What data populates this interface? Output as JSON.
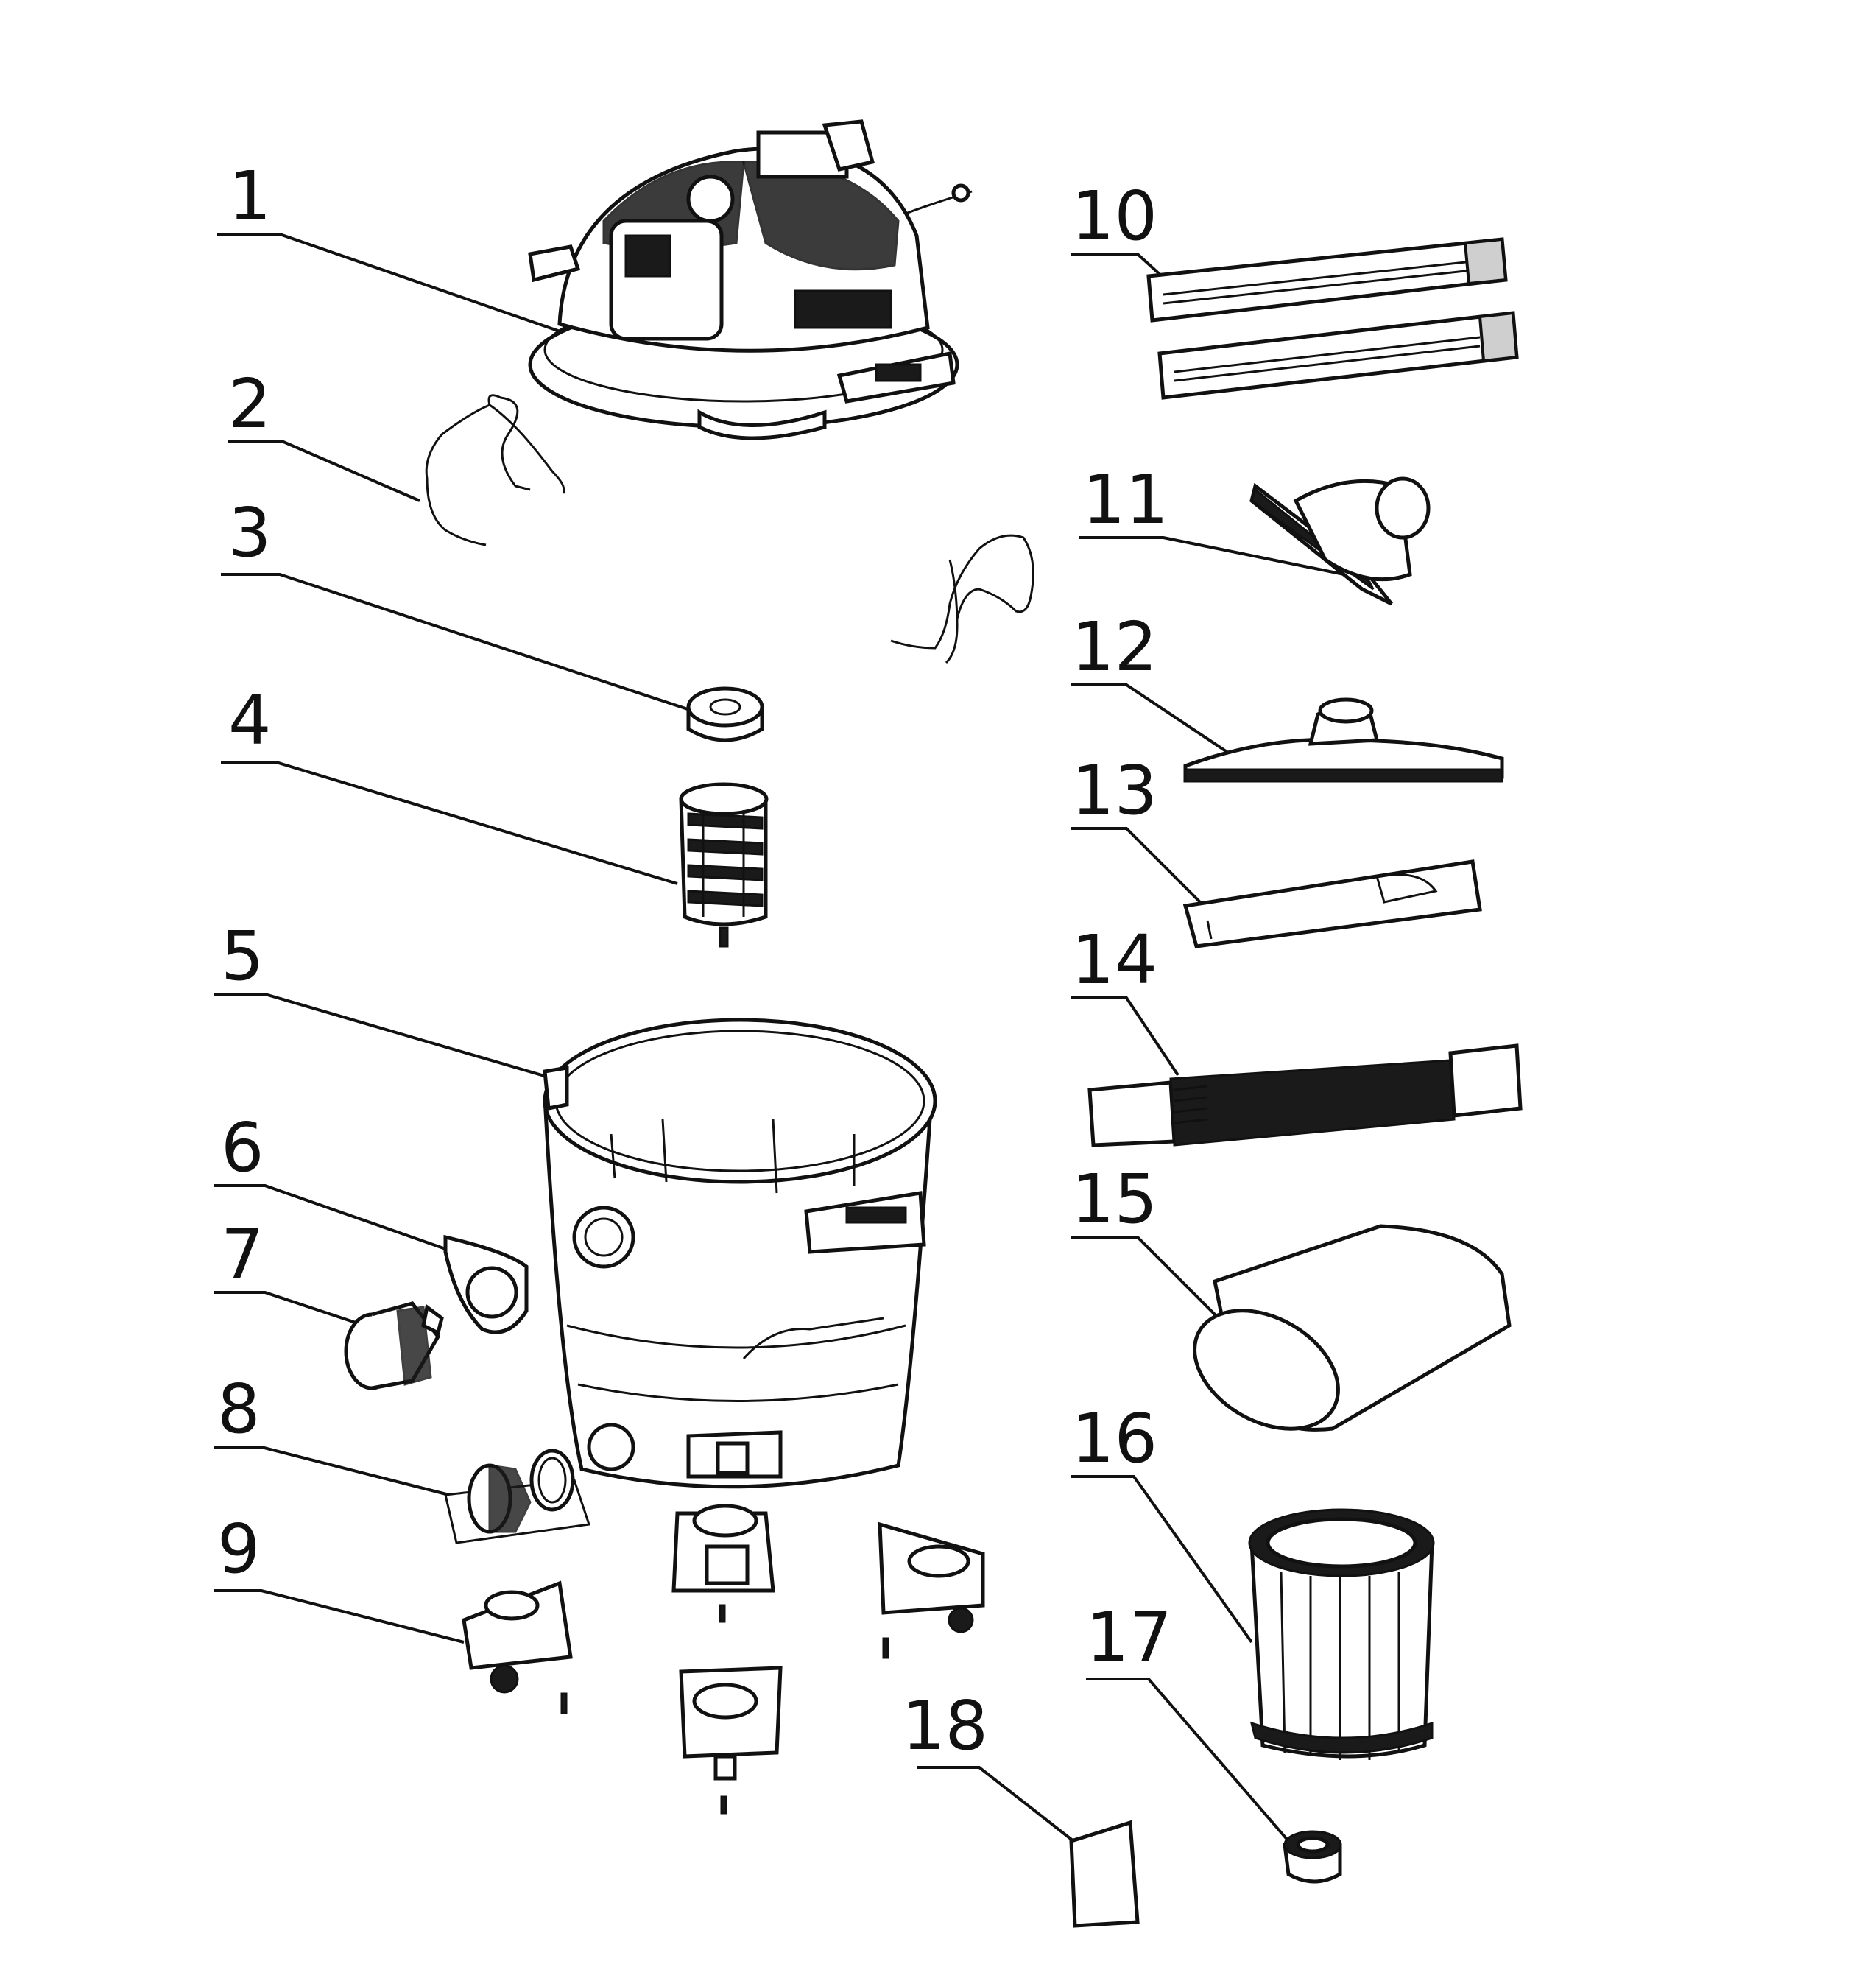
{
  "callouts": [
    "1",
    "2",
    "3",
    "4",
    "5",
    "6",
    "7",
    "8",
    "9",
    "10",
    "11",
    "12",
    "13",
    "14",
    "15",
    "16",
    "17",
    "18"
  ],
  "parts": [
    {
      "id": "1",
      "icon": "motor-head-icon"
    },
    {
      "id": "2",
      "icon": "wire-clip-icon"
    },
    {
      "id": "3",
      "icon": "foam-plug-icon"
    },
    {
      "id": "4",
      "icon": "float-cage-icon"
    },
    {
      "id": "5",
      "icon": "drum-tank-icon"
    },
    {
      "id": "6",
      "icon": "inlet-cover-icon"
    },
    {
      "id": "7",
      "icon": "inlet-cap-icon"
    },
    {
      "id": "8",
      "icon": "drain-cap-icon"
    },
    {
      "id": "9",
      "icon": "caster-icon"
    },
    {
      "id": "10",
      "icon": "extension-wand-icon"
    },
    {
      "id": "11",
      "icon": "utility-nozzle-icon"
    },
    {
      "id": "12",
      "icon": "floor-nozzle-icon"
    },
    {
      "id": "13",
      "icon": "crevice-tool-icon"
    },
    {
      "id": "14",
      "icon": "hose-icon"
    },
    {
      "id": "15",
      "icon": "foam-sleeve-icon"
    },
    {
      "id": "16",
      "icon": "cartridge-filter-icon"
    },
    {
      "id": "17",
      "icon": "filter-nut-icon"
    },
    {
      "id": "18",
      "icon": "manual-icon"
    }
  ]
}
